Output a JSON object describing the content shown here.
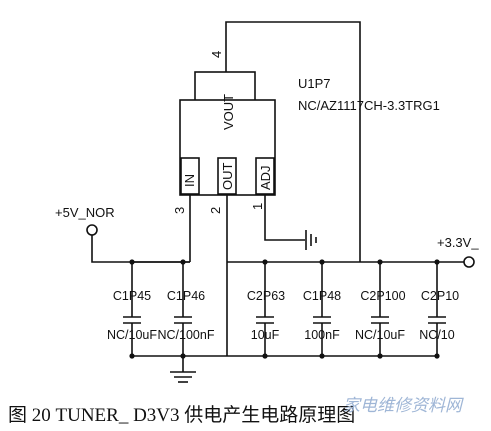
{
  "ic": {
    "ref": "U1P7",
    "part": "NC/AZ1117CH-3.3TRG1",
    "pins": [
      {
        "label": "IN",
        "num": "3"
      },
      {
        "label": "OUT",
        "num": "2"
      },
      {
        "label": "ADJ",
        "num": "1"
      }
    ],
    "tab": {
      "label": "VOUT",
      "num": "4"
    }
  },
  "nets": {
    "input": "+5V_NOR",
    "output": "+3.3V_"
  },
  "capacitors": [
    {
      "ref": "C1P45",
      "value": "NC/10uF"
    },
    {
      "ref": "C1P46",
      "value": "NC/100nF"
    },
    {
      "ref": "C2P63",
      "value": "10uF"
    },
    {
      "ref": "C1P48",
      "value": "100nF"
    },
    {
      "ref": "C2P100",
      "value": "NC/10uF"
    },
    {
      "ref": "C2P10",
      "value": "NC/10"
    }
  ],
  "caption": "图 20    TUNER_ D3V3 供电产生电路原理图",
  "watermark": "家电维修资料网"
}
